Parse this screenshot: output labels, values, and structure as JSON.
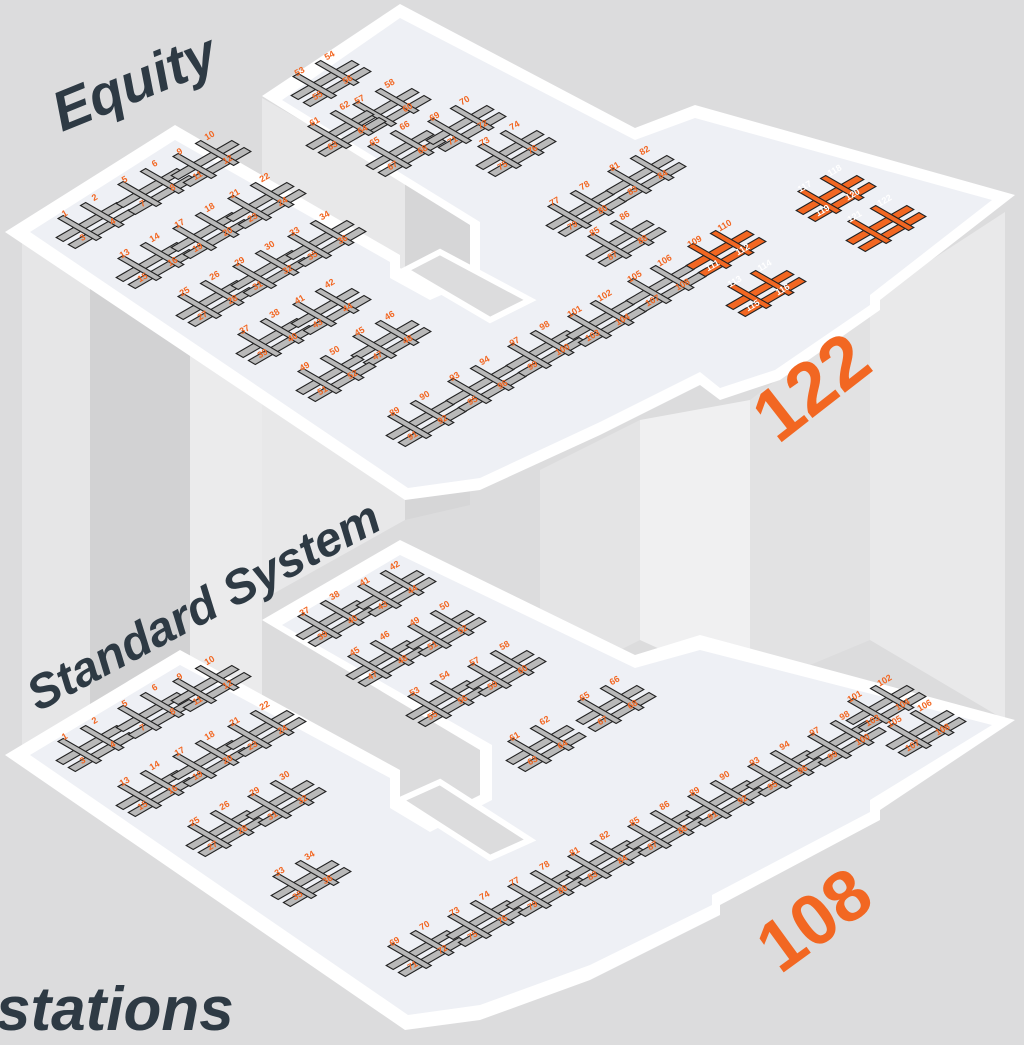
{
  "floors": [
    {
      "name": "Equity",
      "count": "122",
      "highlight_from": 111,
      "workstations": [
        "1",
        "2",
        "3",
        "4",
        "5",
        "6",
        "7",
        "8",
        "9",
        "10",
        "11",
        "12",
        "13",
        "14",
        "15",
        "16",
        "17",
        "18",
        "19",
        "20",
        "21",
        "22",
        "23",
        "24",
        "25",
        "26",
        "27",
        "28",
        "29",
        "30",
        "31",
        "32",
        "33",
        "34",
        "35",
        "36",
        "37",
        "38",
        "39",
        "40",
        "41",
        "42",
        "43",
        "44",
        "45",
        "46",
        "47",
        "48",
        "49",
        "50",
        "51",
        "52",
        "53",
        "54",
        "55",
        "56",
        "57",
        "58",
        "59",
        "60",
        "61",
        "62",
        "63",
        "64",
        "65",
        "66",
        "67",
        "68",
        "69",
        "70",
        "71",
        "72",
        "73",
        "74",
        "75",
        "76",
        "77",
        "78",
        "79",
        "80",
        "81",
        "82",
        "83",
        "84",
        "85",
        "86",
        "87",
        "88",
        "89",
        "90",
        "91",
        "92",
        "93",
        "94",
        "95",
        "96",
        "97",
        "98",
        "99",
        "100",
        "101",
        "102",
        "103",
        "104",
        "105",
        "106",
        "107",
        "108",
        "109",
        "110",
        "111",
        "112",
        "113",
        "114",
        "115",
        "116",
        "117",
        "118",
        "119",
        "120",
        "121",
        "122"
      ]
    },
    {
      "name": "Standard System",
      "count": "108",
      "workstations": [
        "1",
        "2",
        "3",
        "4",
        "5",
        "6",
        "7",
        "8",
        "9",
        "10",
        "11",
        "12",
        "13",
        "14",
        "15",
        "16",
        "17",
        "18",
        "19",
        "20",
        "21",
        "22",
        "23",
        "24",
        "25",
        "26",
        "27",
        "28",
        "29",
        "30",
        "31",
        "32",
        "33",
        "34",
        "35",
        "36",
        "37",
        "38",
        "39",
        "40",
        "41",
        "42",
        "43",
        "44",
        "45",
        "46",
        "47",
        "48",
        "49",
        "50",
        "51",
        "52",
        "53",
        "54",
        "55",
        "56",
        "57",
        "58",
        "59",
        "60",
        "61",
        "62",
        "63",
        "64",
        "65",
        "66",
        "67",
        "68",
        "69",
        "70",
        "71",
        "72",
        "73",
        "74",
        "75",
        "76",
        "77",
        "78",
        "79",
        "80",
        "81",
        "82",
        "83",
        "84",
        "85",
        "86",
        "87",
        "88",
        "89",
        "90",
        "91",
        "92",
        "93",
        "94",
        "95",
        "96",
        "97",
        "98",
        "99",
        "100",
        "101",
        "102",
        "103",
        "104",
        "105",
        "106",
        "107",
        "108"
      ]
    }
  ],
  "footer_label": "stations",
  "colors": {
    "background": "#dcdcdd",
    "floor": "#eef0f5",
    "outline": "#ffffff",
    "desk": "#b9b9b9",
    "desk_stroke": "#222222",
    "highlight": "#f26722",
    "title": "#2e3a44",
    "column": "#e9e9ea"
  }
}
